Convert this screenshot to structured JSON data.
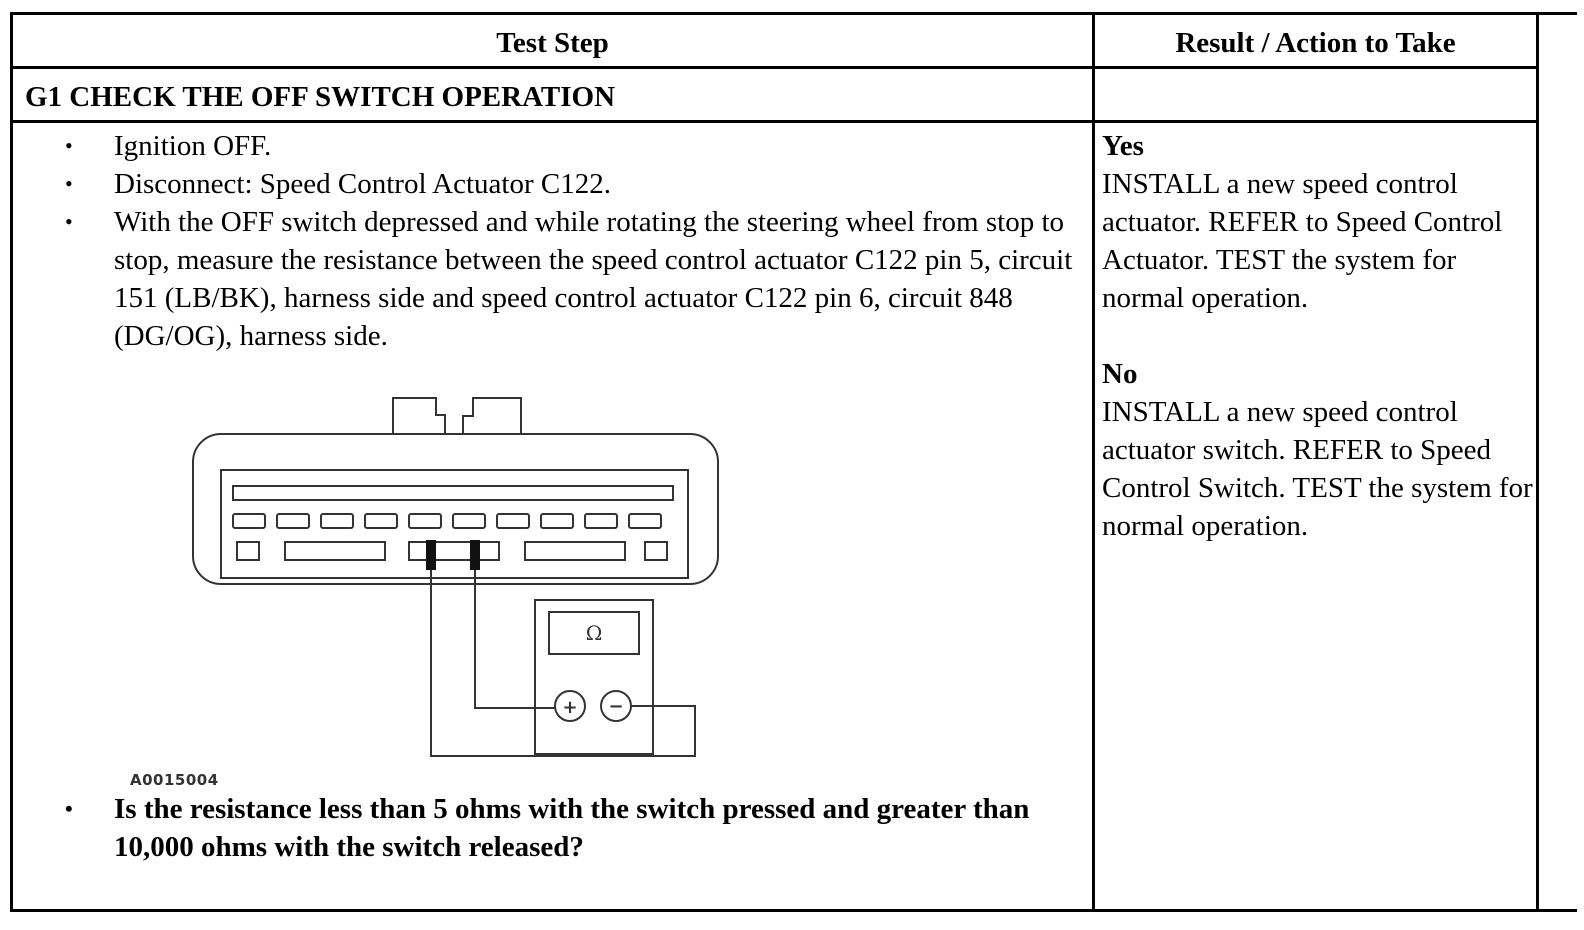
{
  "table": {
    "header": {
      "col1": "Test Step",
      "col2": "Result / Action to Take"
    },
    "section_title": "G1 CHECK THE OFF SWITCH OPERATION",
    "steps": [
      "Ignition OFF.",
      "Disconnect: Speed Control Actuator C122.",
      "With the OFF switch depressed and while rotating the steering wheel from stop to stop, measure the resistance between the speed control actuator C122 pin 5, circuit 151 (LB/BK), harness side and speed control actuator C122 pin 6, circuit 848 (DG/OG), harness side."
    ],
    "figure": {
      "code": "A0015004",
      "meter_symbol": "Ω",
      "plus_symbol": "+",
      "minus_symbol": "−"
    },
    "question": "Is the resistance less than 5 ohms with the switch pressed and greater than 10,000 ohms with the switch released?",
    "results": [
      {
        "label": "Yes",
        "action": "INSTALL a new speed control actuator. REFER to Speed Control Actuator. TEST the system for normal operation."
      },
      {
        "label": "No",
        "action": "INSTALL a new speed control actuator switch. REFER to Speed Control Switch. TEST the system for normal operation."
      }
    ]
  }
}
